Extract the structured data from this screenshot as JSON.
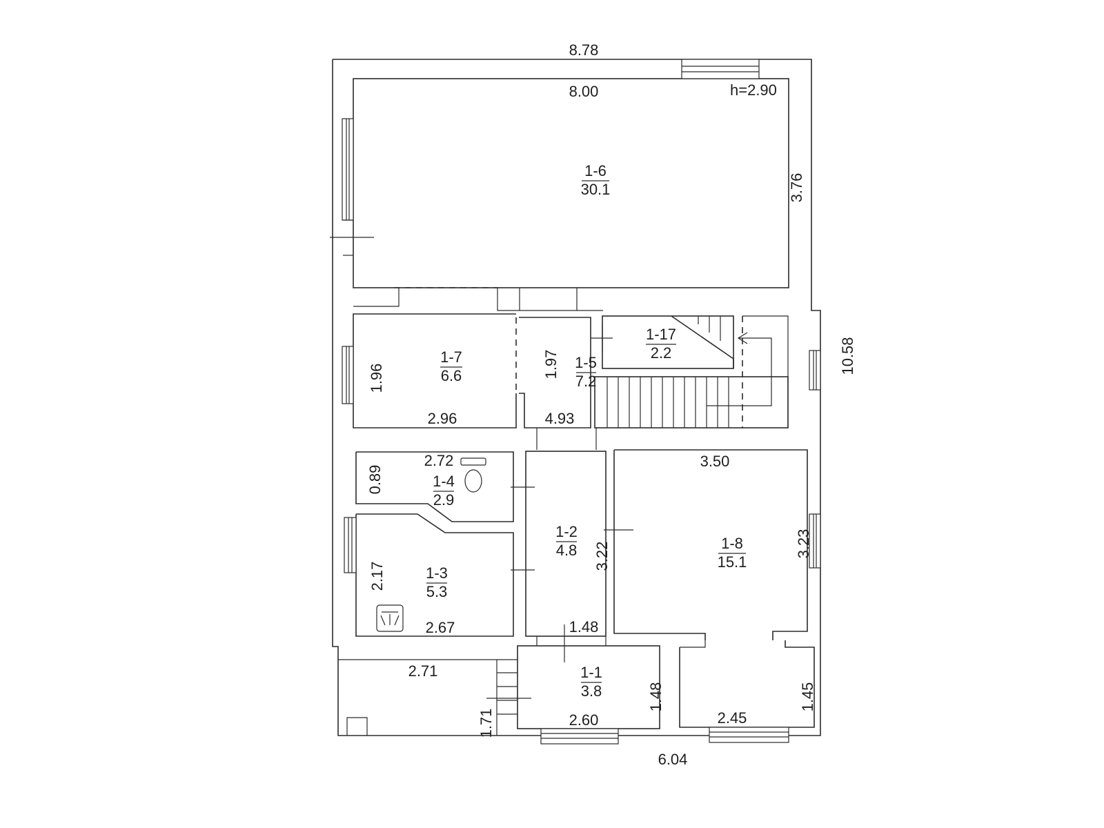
{
  "plan": {
    "ceiling_height": "h=2.90",
    "outer_dims": {
      "top_width": "8.78",
      "bottom_width": "6.04",
      "right_height": "10.58"
    },
    "rooms": [
      {
        "id": "1-6",
        "area": "30.1",
        "dims": [
          "8.00",
          "3.76"
        ]
      },
      {
        "id": "1-7",
        "area": "6.6",
        "dims": [
          "1.96",
          "2.96"
        ]
      },
      {
        "id": "1-5",
        "area": "7.2",
        "dims": [
          "1.97",
          "4.93"
        ]
      },
      {
        "id": "1-17",
        "area": "2.2",
        "dims": []
      },
      {
        "id": "1-4",
        "area": "2.9",
        "dims": [
          "2.72",
          "0.89"
        ]
      },
      {
        "id": "1-3",
        "area": "5.3",
        "dims": [
          "2.17",
          "2.67"
        ]
      },
      {
        "id": "1-2",
        "area": "4.8",
        "dims": [
          "3.22"
        ]
      },
      {
        "id": "1-8",
        "area": "15.1",
        "dims": [
          "3.50",
          "3.23"
        ]
      },
      {
        "id": "1-1",
        "area": "3.8",
        "dims": [
          "1.48",
          "2.60",
          "1.48"
        ]
      },
      {
        "id": "unnamed-entry",
        "area": "",
        "dims": [
          "2.45",
          "1.45"
        ]
      },
      {
        "id": "unnamed-porch",
        "area": "",
        "dims": [
          "2.71",
          "1.71"
        ]
      }
    ]
  }
}
